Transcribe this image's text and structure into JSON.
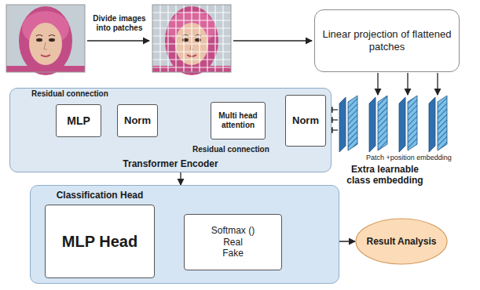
{
  "diagram": {
    "nodes": [
      {
        "text": [
          "Linear projection of flattened patches"
        ]
      },
      {
        "text": [
          "Transformer Encoder"
        ]
      },
      {
        "text": [
          "MLP"
        ],
        "in": 1
      },
      {
        "text": [
          "Norm"
        ],
        "in": 1
      },
      {
        "text": [
          "Multi head attention"
        ],
        "in": 1
      },
      {
        "text": [
          "Norm"
        ],
        "in": 1
      },
      {
        "text": [
          "Classification Head"
        ]
      },
      {
        "text": [
          "MLP Head"
        ],
        "in": 6
      },
      {
        "text": [
          "Softmax ()",
          "Real",
          "Fake"
        ],
        "in": 6
      },
      {
        "text": [
          "Result Analysis"
        ]
      }
    ],
    "edges": [
      {
        "from": 5,
        "to": 4,
        "arrow": "to"
      },
      {
        "from": 4,
        "to": 3,
        "arrow": "to"
      },
      {
        "from": 3,
        "to": 2,
        "arrow": "to"
      },
      {
        "from": 1,
        "to": 6,
        "arrow": "to"
      },
      {
        "from": 7,
        "to": 8,
        "arrow": "to"
      },
      {
        "from": 8,
        "to": 9,
        "arrow": "to"
      }
    ],
    "labels": [
      "Divide images into patches",
      "Residual connection",
      "Residual connection",
      "Patch +position embedding",
      "Extra learnable class embedding"
    ]
  }
}
